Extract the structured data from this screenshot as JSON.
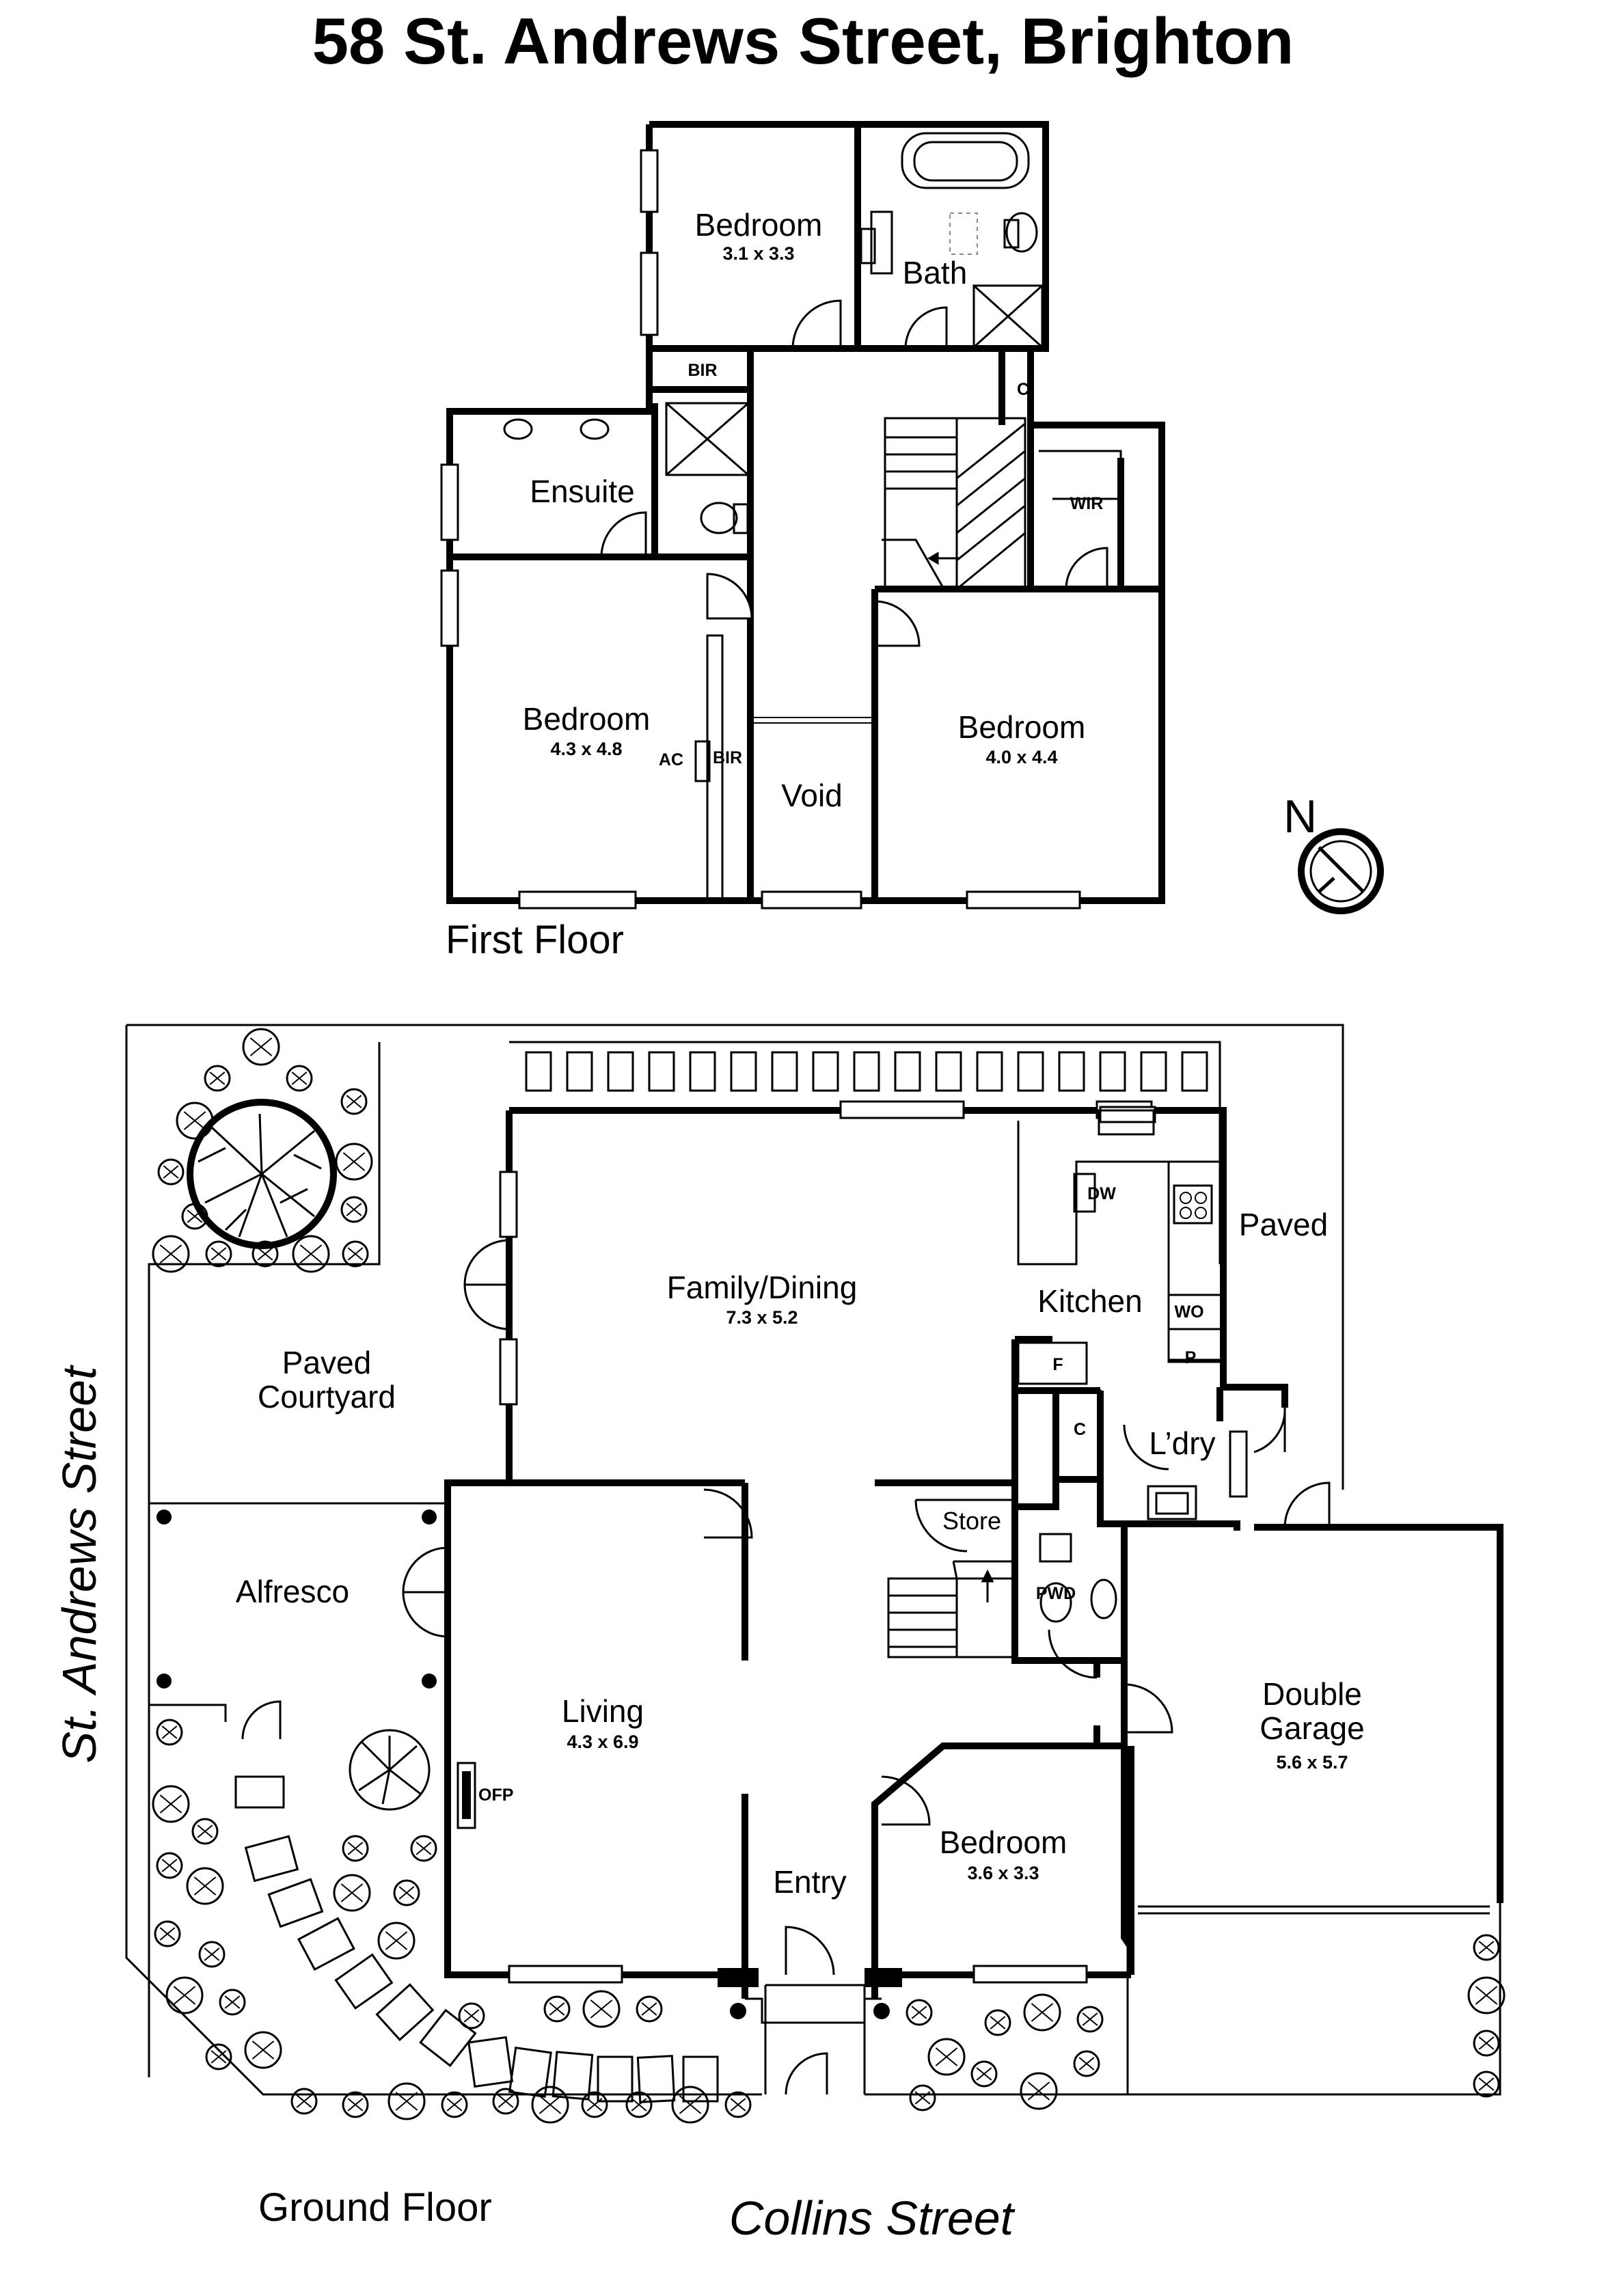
{
  "title": "58 St. Andrews Street, Brighton",
  "first_floor": {
    "label": "First Floor",
    "rooms": [
      {
        "name": "Bedroom",
        "dims": "3.1 x 3.3"
      },
      {
        "name": "Bath"
      },
      {
        "name": "Ensuite"
      },
      {
        "name": "Bedroom",
        "dims": "4.3 x 4.8"
      },
      {
        "name": "Void"
      },
      {
        "name": "Bedroom",
        "dims": "4.0 x 4.4"
      }
    ],
    "small_labels": [
      "BIR",
      "C",
      "WIR",
      "AC",
      "BIR"
    ]
  },
  "compass": {
    "label": "N"
  },
  "ground_floor": {
    "label": "Ground Floor",
    "rooms": [
      {
        "name": "Family/Dining",
        "dims": "7.3 x 5.2"
      },
      {
        "name": "Kitchen"
      },
      {
        "name": "Paved"
      },
      {
        "name": "L’dry"
      },
      {
        "name": "Store"
      },
      {
        "name": "Paved Courtyard",
        "lines": [
          "Paved",
          "Courtyard"
        ]
      },
      {
        "name": "Alfresco"
      },
      {
        "name": "Living",
        "dims": "4.3 x 6.9"
      },
      {
        "name": "Entry"
      },
      {
        "name": "Bedroom",
        "dims": "3.6 x 3.3"
      },
      {
        "name": "Double Garage",
        "lines": [
          "Double",
          "Garage"
        ],
        "dims": "5.6 x 5.7"
      }
    ],
    "small_labels": [
      "DW",
      "WO",
      "P",
      "F",
      "C",
      "PWD",
      "OFP"
    ]
  },
  "streets": {
    "side": "St. Andrews Street",
    "front": "Collins Street"
  }
}
